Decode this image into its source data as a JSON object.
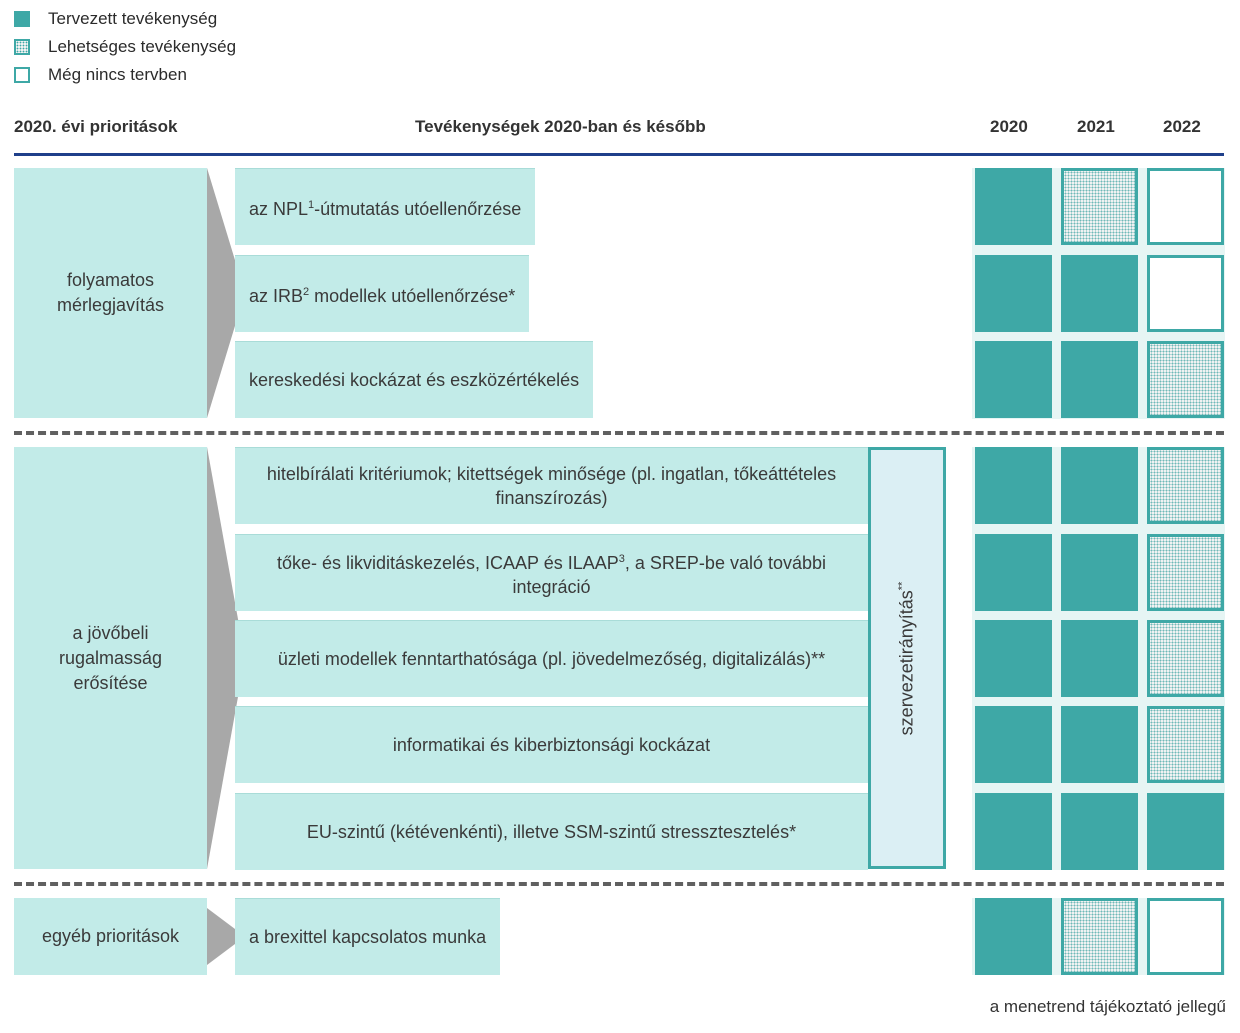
{
  "legend": {
    "planned": "Tervezett tevékenység",
    "possible": "Lehetséges tevékenység",
    "notyet": "Még nincs tervben"
  },
  "headers": {
    "priorities": "2020. évi prioritások",
    "activities": "Tevékenységek 2020-ban és később",
    "years": [
      "2020",
      "2021",
      "2022"
    ]
  },
  "groups": [
    {
      "priority": "folyamatos mérlegjavítás",
      "activities": [
        {
          "pre": "az NPL",
          "sup": "1",
          "post": "-útmutatás utóellenőrzése",
          "status": [
            "planned",
            "possible",
            "notyet"
          ]
        },
        {
          "pre": "az IRB",
          "sup": "2",
          "post": " modellek utóellenőrzése*",
          "status": [
            "planned",
            "planned",
            "notyet"
          ]
        },
        {
          "pre": "kereskedési kockázat és eszközértékelés",
          "sup": "",
          "post": "",
          "status": [
            "planned",
            "planned",
            "possible"
          ]
        }
      ]
    },
    {
      "priority": "a jövőbeli rugalmasság erősítése",
      "activities": [
        {
          "pre": "hitelbírálati kritériumok; kitettségek minősége (pl. ingatlan, tőkeáttételes finanszírozás)",
          "sup": "",
          "post": "",
          "status": [
            "planned",
            "planned",
            "possible"
          ]
        },
        {
          "pre": "tőke- és likviditáskezelés, ICAAP és ILAAP",
          "sup": "3",
          "post": ", a SREP-be való további integráció",
          "status": [
            "planned",
            "planned",
            "possible"
          ]
        },
        {
          "pre": "üzleti modellek fenntarthatósága (pl. jövedelmezőség, digitalizálás)**",
          "sup": "",
          "post": "",
          "status": [
            "planned",
            "planned",
            "possible"
          ]
        },
        {
          "pre": "informatikai és kiberbiztonsági kockázat",
          "sup": "",
          "post": "",
          "status": [
            "planned",
            "planned",
            "possible"
          ]
        },
        {
          "pre": "EU-szintű (kétévenkénti), illetve SSM-szintű stressztesztelés*",
          "sup": "",
          "post": "",
          "status": [
            "planned",
            "planned",
            "planned"
          ]
        }
      ],
      "governance": {
        "label": "szervezetirányítás",
        "sup": "**"
      }
    },
    {
      "priority": "egyéb prioritások",
      "activities": [
        {
          "pre": "a brexittel kapcsolatos munka",
          "sup": "",
          "post": "",
          "status": [
            "planned",
            "possible",
            "notyet"
          ]
        }
      ]
    }
  ],
  "footer": "a menetrend tájékoztató jellegű"
}
